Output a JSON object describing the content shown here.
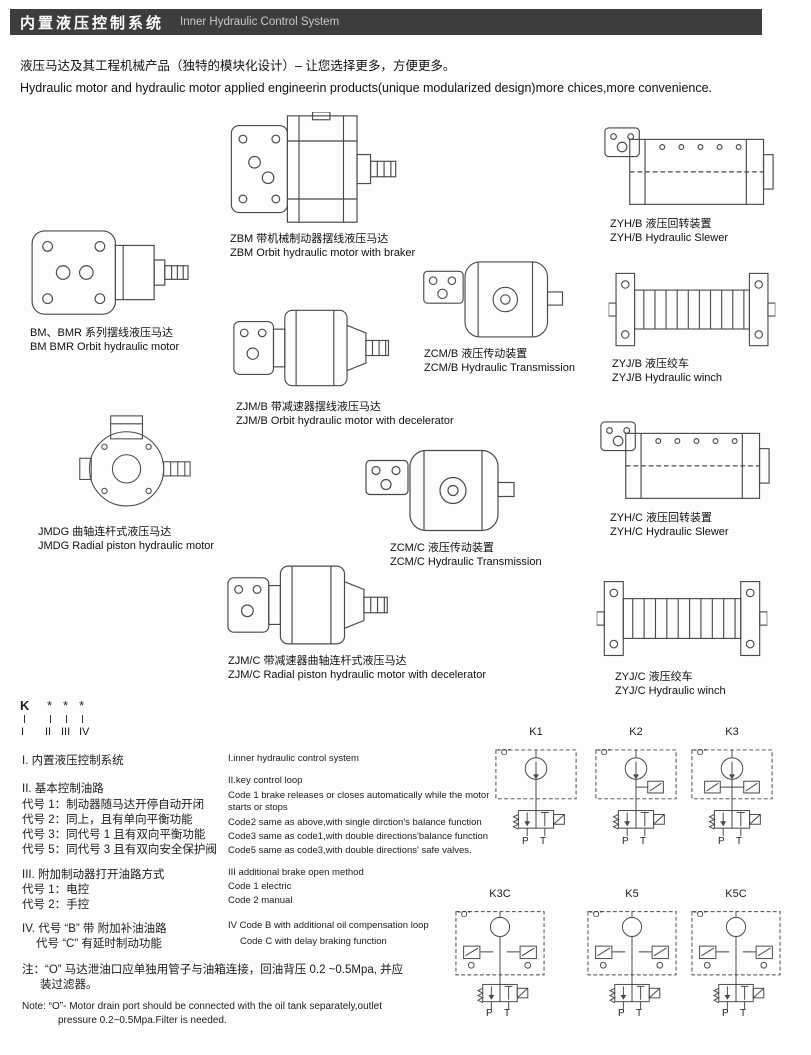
{
  "header": {
    "title_zh": "内置液压控制系统",
    "title_en": "Inner Hydraulic Control System"
  },
  "intro": {
    "zh": "液压马达及其工程机械产品（独特的模块化设计）– 让您选择更多，方便更多。",
    "en": "Hydraulic motor and hydraulic motor applied engineerin products(unique modularized design)more chices,more convenience."
  },
  "products": [
    {
      "zh": "ZBM 带机械制动器摆线液压马达",
      "en": "ZBM Orbit hydraulic motor with braker"
    },
    {
      "zh": "ZYH/B 液压回转装置",
      "en": "ZYH/B Hydraulic Slewer"
    },
    {
      "zh": "BM、BMR 系列摆线液压马达",
      "en": "BM BMR Orbit hydraulic motor"
    },
    {
      "zh": "ZCM/B 液压传动装置",
      "en": "ZCM/B Hydraulic Transmission"
    },
    {
      "zh": "ZYJ/B 液压绞车",
      "en": "ZYJ/B Hydraulic winch"
    },
    {
      "zh": "ZJM/B 带减速器摆线液压马达",
      "en": "ZJM/B Orbit hydraulic motor with decelerator"
    },
    {
      "zh": "JMDG 曲轴连杆式液压马达",
      "en": "JMDG Radial piston hydraulic motor"
    },
    {
      "zh": "ZCM/C 液压传动装置",
      "en": "ZCM/C Hydraulic Transmission"
    },
    {
      "zh": "ZYH/C 液压回转装置",
      "en": "ZYH/C Hydraulic Slewer"
    },
    {
      "zh": "ZJM/C 带减速器曲轴连杆式液压马达",
      "en": "ZJM/C Radial piston hydraulic motor with decelerator"
    },
    {
      "zh": "ZYJ/C 液压绞车",
      "en": "ZYJ/C Hydraulic winch"
    }
  ],
  "key_diagram": {
    "k": "K",
    "stars": "***",
    "n1": "I",
    "n2": "II",
    "n3": "III",
    "n4": "IV"
  },
  "legend_zh": {
    "s1": "I. 内置液压控制系统",
    "s2": "II. 基本控制油路",
    "s2c1": "代号 1：制动器随马达开停自动开闭",
    "s2c2": "代号 2：同上，且有单向平衡功能",
    "s2c3": "代号 3：同代号 1 且有双向平衡功能",
    "s2c5": "代号 5：同代号 3 且有双向安全保护阀",
    "s3": "III. 附加制动器打开油路方式",
    "s3c1": "代号 1：电控",
    "s3c2": "代号 2：手控",
    "s4a": "IV. 代号 “B” 带 附加补油油路",
    "s4b": "代号 “C” 有延时制动功能"
  },
  "legend_en": {
    "s1": "I.inner hydraulic control system",
    "s2": "II.key control loop",
    "s2c1a": "Code 1 brake releases or closes automatically while the motor",
    "s2c1b": "starts or stops",
    "s2c2": "Code2 same as above,with single dirction's balance function",
    "s2c3": "Code3 same as code1,with double directions'balance function",
    "s2c5": "Code5 same as code3,with double directions' safe valves.",
    "s3": "III additional brake open method",
    "s3c1": "Code 1 electric",
    "s3c2": "Code 2 manual",
    "s4a": "IV Code B with additional oil compensation loop",
    "s4b": "Code C with delay braking function"
  },
  "note": {
    "zh1": "注：“O” 马达泄油口应单独用管子与油箱连接，回油背压 0.2 ~0.5Mpa, 并应",
    "zh2": "装过滤器。",
    "en1": "Note: “O”- Motor drain port should be connected with the oil tank separately,outlet",
    "en2": "pressure  0.2~0.5Mpa.Filter is needed."
  },
  "circuits": {
    "o": "“O”",
    "p": "P",
    "t": "T",
    "items": [
      {
        "label": "K1"
      },
      {
        "label": "K2"
      },
      {
        "label": "K3"
      },
      {
        "label": "K3C"
      },
      {
        "label": "K5"
      },
      {
        "label": "K5C"
      }
    ]
  }
}
